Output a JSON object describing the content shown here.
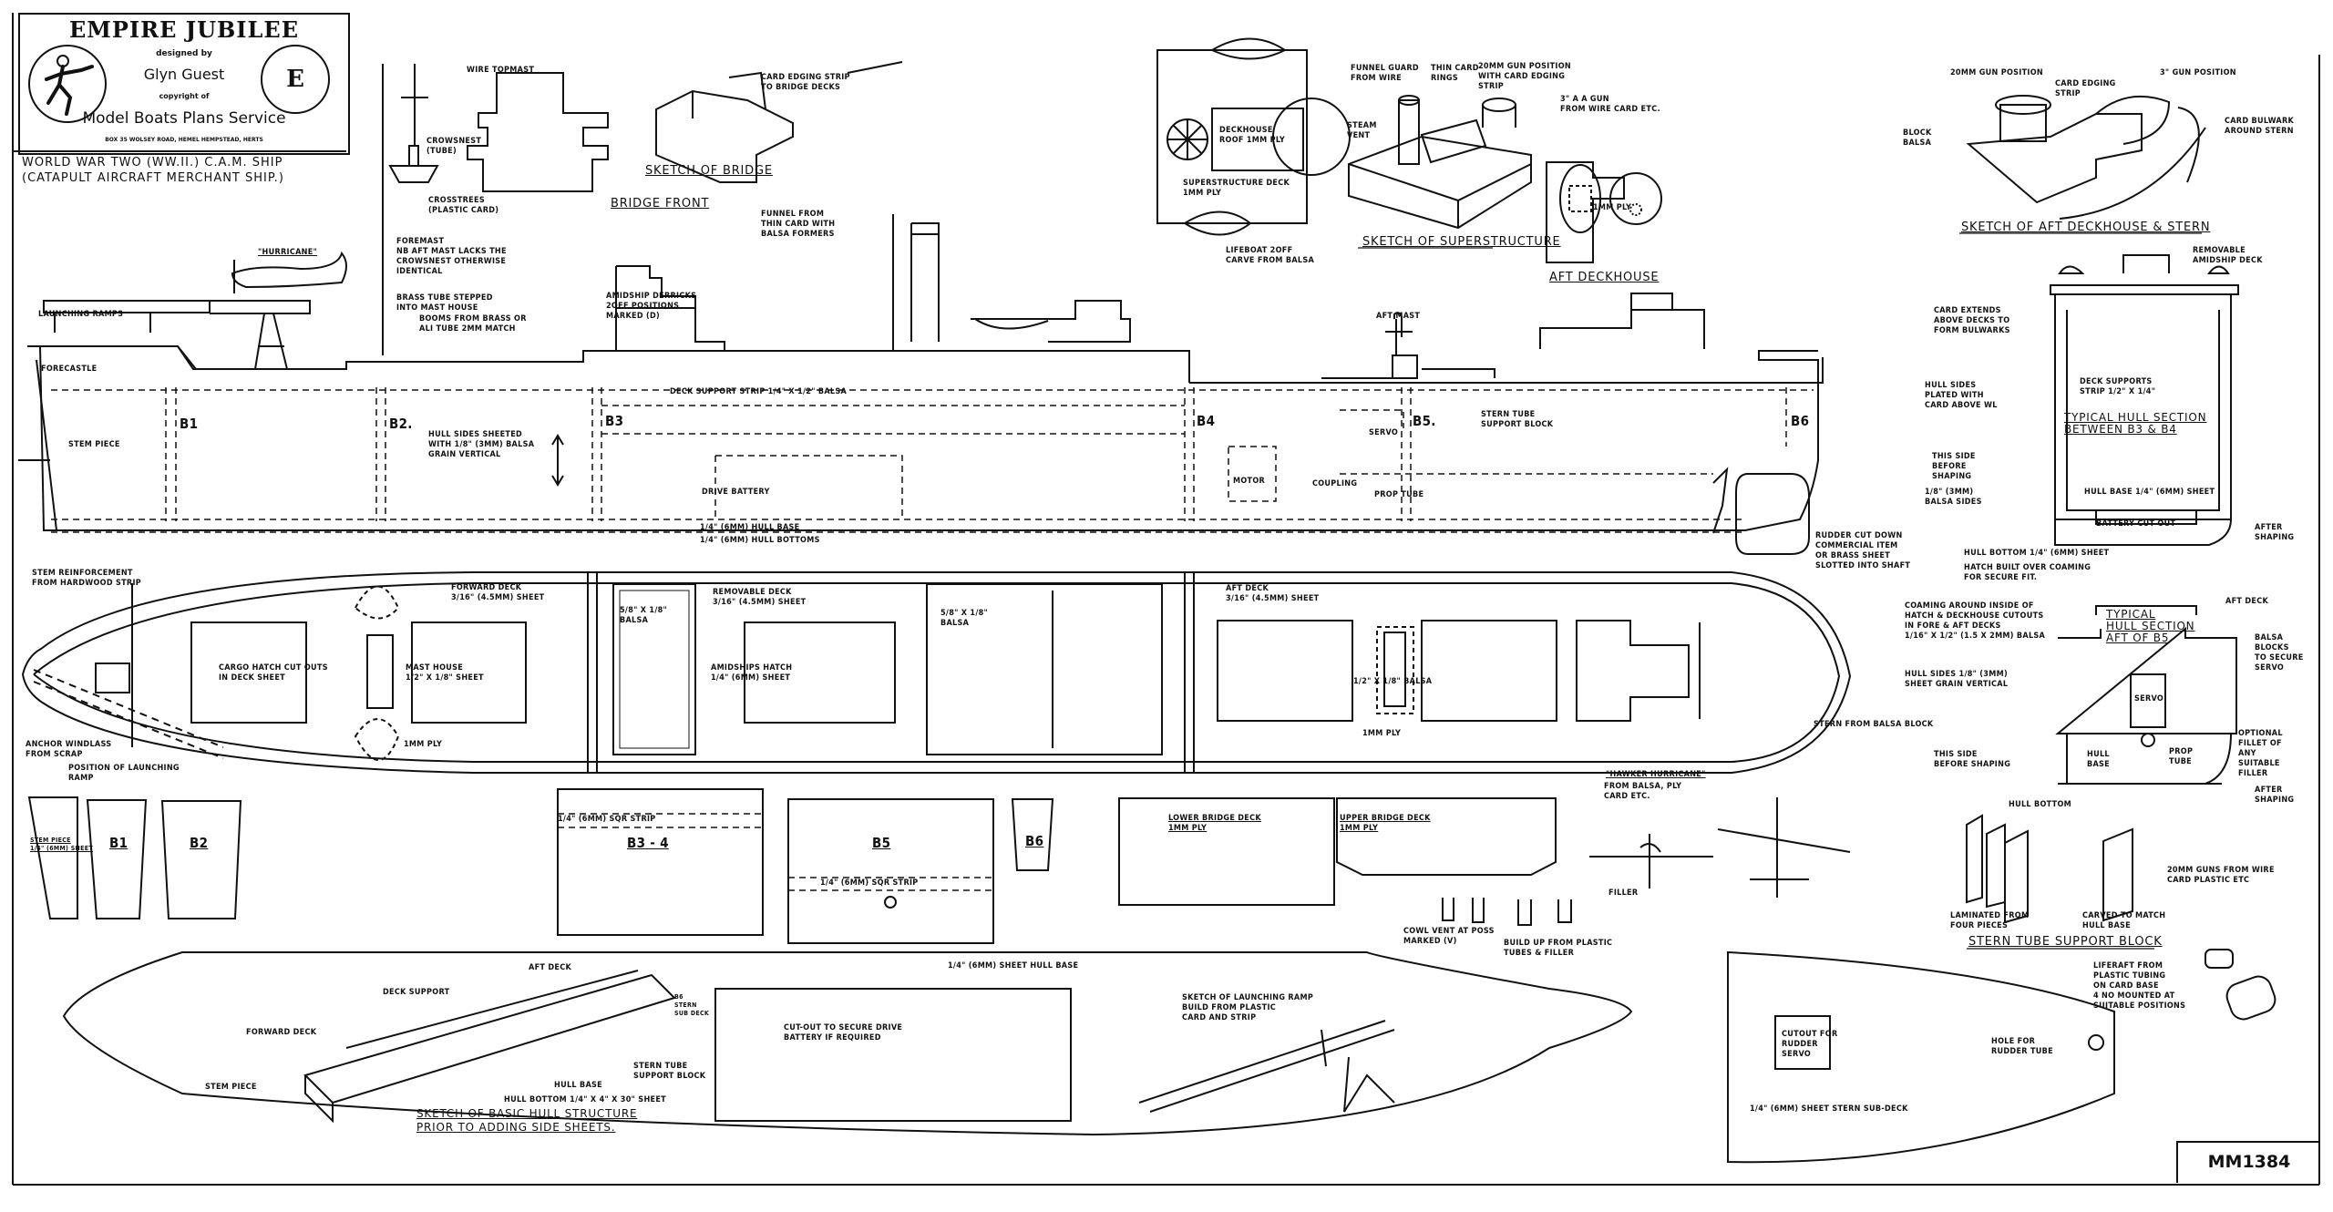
{
  "title_block": {
    "plan_name": "EMPIRE JUBILEE",
    "designed_by": "designed   by",
    "designer": "Glyn Guest",
    "copyright": "copyright   of",
    "publisher": "Model Boats Plans Service",
    "address": "BOX 35 WOLSEY ROAD, HEMEL HEMPSTEAD, HERTS",
    "grade_badge": "E",
    "logo_icon": "running-figure-icon"
  },
  "subtitle": "WORLD WAR TWO (WW.II.) C.A.M. SHIP\n(CATAPULT AIRCRAFT MERCHANT SHIP.)",
  "plan_number": "MM1384",
  "section_titles": {
    "bridge_front": "BRIDGE FRONT",
    "sketch_bridge": "SKETCH OF BRIDGE",
    "sketch_superstructure": "SKETCH OF SUPERSTRUCTURE",
    "aft_deckhouse": "AFT DECKHOUSE",
    "sketch_aft_deckhouse": "SKETCH OF AFT DECKHOUSE & STERN",
    "hull_section_b3_b4": "TYPICAL HULL SECTION\nBETWEEN B3 & B4",
    "hull_section_aft_b5": "TYPICAL\nHULL SECTION\nAFT OF B5",
    "stern_tube_block": "STERN TUBE SUPPORT BLOCK",
    "basic_hull": "SKETCH OF BASIC HULL STRUCTURE\nPRIOR TO ADDING SIDE SHEETS.",
    "hurricane": "\"HURRICANE\"",
    "hawker_hurricane": "\"HAWKER HURRICANE\""
  },
  "labels": {
    "wire_topmast": "WIRE TOPMAST",
    "crowsnest": "CROWSNEST\n(TUBE)",
    "crosstrees": "CROSSTREES\n(PLASTIC CARD)",
    "foremast": "FOREMAST\nNB AFT MAST LACKS THE\nCROWSNEST OTHERWISE\nIDENTICAL",
    "brass_tube": "BRASS TUBE STEPPED\nINTO MAST HOUSE",
    "booms": "BOOMS FROM BRASS OR\nALI TUBE 2MM MATCH",
    "launching_ramps": "LAUNCHING RAMPS",
    "forecastle": "FORECASTLE",
    "stem_piece_side": "STEM PIECE",
    "hull_sides": "HULL SIDES SHEETED\nWITH 1/8\" (3mm) BALSA\nGRAIN VERTICAL",
    "card_edging_bridge": "CARD EDGING STRIP\nTO BRIDGE DECKS",
    "funnel": "FUNNEL FROM\nTHIN CARD WITH\nBALSA FORMERS",
    "amidship_derricks": "AMIDSHIP DERRICKS\n2OFF POSITIONS\nMARKED (D)",
    "deck_support_strip": "DECK SUPPORT STRIP 1/4\" x 1/2\" BALSA",
    "drive_battery": "DRIVE BATTERY",
    "hull_base": "1/4\" (6mm) HULL BASE",
    "hull_bottoms": "1/4\" (6mm) HULL BOTTOMS",
    "deckhouse_roof": "DECKHOUSE\nROOF 1mm PLY",
    "superstructure_deck": "SUPERSTRUCTURE DECK\n1mm PLY",
    "lifeboat": "LIFEBOAT 2OFF\nCARVE FROM BALSA",
    "funnel_guard": "FUNNEL GUARD\nFROM WIRE",
    "thin_card_rings": "THIN CARD\nRINGS",
    "gun_20mm_pos": "20mm GUN POSITION\nWITH CARD EDGING\nSTRIP",
    "steam_vent": "STEAM\nVENT",
    "aa_gun": "3\" A A GUN\nFROM WIRE CARD ETC.",
    "aft_deckhouse_ply": "1mm PLY",
    "gun_20mm_pos_aft": "20mm GUN POSITION",
    "card_edging_aft": "CARD EDGING\nSTRIP",
    "gun_3in_pos": "3\" GUN POSITION",
    "block_balsa": "BLOCK\nBALSA",
    "card_bulwark": "CARD BULWARK\nAROUND STERN",
    "removable_amidship_deck": "REMOVABLE\nAMIDSHIP DECK",
    "aft_mast": "AFT MAST",
    "motor": "MOTOR",
    "coupling": "COUPLING",
    "servo": "SERVO",
    "prop_tube": "PROP TUBE",
    "stern_tube_support": "STERN TUBE\nSUPPORT BLOCK",
    "rudder": "RUDDER CUT DOWN\nCOMMERCIAL ITEM\nOR BRASS SHEET\nSLOTTED INTO SHAFT",
    "card_extends": "CARD EXTENDS\nABOVE DECKS TO\nFORM BULWARKS",
    "hull_sides_plated": "HULL SIDES\nPLATED WITH\nCARD ABOVE WL",
    "deck_supports": "DECK SUPPORTS\nSTRIP 1/2\" x 1/4\"",
    "this_side_before": "THIS SIDE\nBEFORE\nSHAPING",
    "balsa_sides": "1/8\" (3mm)\nBALSA SIDES",
    "hull_base_section": "HULL BASE 1/4\" (6mm) SHEET",
    "battery_cut_out": "BATTERY CUT OUT",
    "after_shaping": "AFTER\nSHAPING",
    "hull_bottom_section": "HULL BOTTOM 1/4\" (6mm) SHEET",
    "hatch_built": "HATCH BUILT OVER COAMING\nFOR SECURE FIT.",
    "stem_reinforcement": "STEM REINFORCEMENT\nFROM HARDWOOD STRIP",
    "forward_deck": "FORWARD DECK\n3/16\" (4.5mm) SHEET",
    "cargo_hatch": "CARGO HATCH CUT OUTS\nIN DECK SHEET",
    "mast_house": "MAST HOUSE\n1/2\" x 1/8\" SHEET",
    "ply_1mm": "1mm PLY",
    "anchor_windlass": "ANCHOR WINDLASS\nFROM SCRAP",
    "launch_ramp_pos": "POSITION OF LAUNCHING\nRAMP",
    "balsa_5_8": "5/8\" x 1/8\"\nBALSA",
    "removable_deck": "REMOVABLE DECK\n3/16\" (4.5mm) SHEET",
    "amidships_hatch": "AMIDSHIPS HATCH\n1/4\" (6mm) SHEET",
    "aft_deck_plan": "AFT DECK\n3/16\" (4.5mm) SHEET",
    "balsa_half_eighth": "1/2\" x 1/8\" BALSA",
    "stern_balsa": "STERN FROM BALSA BLOCK",
    "hurricane_material": "FROM BALSA, PLY\nCARD ETC.",
    "filler": "FILLER",
    "coaming": "COAMING AROUND INSIDE OF\nHATCH & DECKHOUSE CUTOUTS\nIN FORE & AFT DECKS\n1/16\" x 1/2\" (1.5 x 2mm) BALSA",
    "aft_deck_section": "AFT DECK",
    "hull_sides_grain": "HULL SIDES 1/8\" (3mm)\nSHEET GRAIN VERTICAL",
    "balsa_blocks_servo": "BALSA\nBLOCKS\nTO SECURE\nSERVO",
    "this_side_before2": "THIS SIDE\nBEFORE SHAPING",
    "hull_base2": "HULL\nBASE",
    "prop_tube2": "PROP\nTUBE",
    "optional_fillet": "OPTIONAL\nFILLET OF\nANY\nSUITABLE\nFILLER",
    "hull_bottom2": "HULL BOTTOM",
    "laminated": "LAMINATED FROM\nFOUR PIECES",
    "carved": "CARVED TO MATCH\nHULL BASE",
    "guns_20mm": "20mm GUNS FROM WIRE\nCARD PLASTIC ETC",
    "liferaft": "LIFERAFT FROM\nPLASTIC TUBING\nON CARD BASE\n4 NO MOUNTED AT\nSUITABLE POSITIONS",
    "cowl_vent": "COWL VENT AT POSS\nMARKED (V)",
    "build_up": "BUILD UP FROM PLASTIC\nTUBES & FILLER",
    "sqr_strip": "1/4\" (6mm) SQR STRIP",
    "lower_bridge": "LOWER BRIDGE DECK\n1mm PLY",
    "upper_bridge": "UPPER BRIDGE DECK\n1mm PLY",
    "stem_piece_part": "STEM PIECE\n1/4\" (6mm) SHEET",
    "sheet_hull_base": "1/4\" (6mm) SHEET HULL BASE",
    "cut_out_battery": "CUT-OUT TO SECURE DRIVE\nBATTERY IF REQUIRED",
    "launch_ramp_sketch": "SKETCH OF LAUNCHING RAMP\nBUILD FROM PLASTIC\nCARD AND STRIP",
    "cutout_rudder_servo": "CUTOUT FOR\nRUDDER\nSERVO",
    "hole_rudder_tube": "HOLE FOR\nRUDDER TUBE",
    "stern_sub_deck": "1/4\" (6mm) SHEET STERN SUB-DECK",
    "sk_aft_deck": "AFT DECK",
    "sk_deck_support": "DECK SUPPORT",
    "sk_forward_deck": "FORWARD DECK",
    "sk_stern_sub_deck": "B6\nSTERN\nSUB DECK",
    "sk_stem_piece": "STEM PIECE",
    "sk_stern_tube": "STERN TUBE\nSUPPORT BLOCK",
    "sk_hull_base": "HULL BASE",
    "sk_hull_bottom": "HULL BOTTOM 1/4\" x 4\" x 30\" SHEET"
  },
  "bulkheads": {
    "b1": "B1",
    "b2": "B2.",
    "b3": "B3",
    "b4": "B4",
    "b5": "B5.",
    "b6": "B6",
    "part_b1": "B1",
    "part_b2": "B2",
    "part_b3_4": "B3 - 4",
    "part_b5": "B5",
    "part_b6": "B6"
  }
}
